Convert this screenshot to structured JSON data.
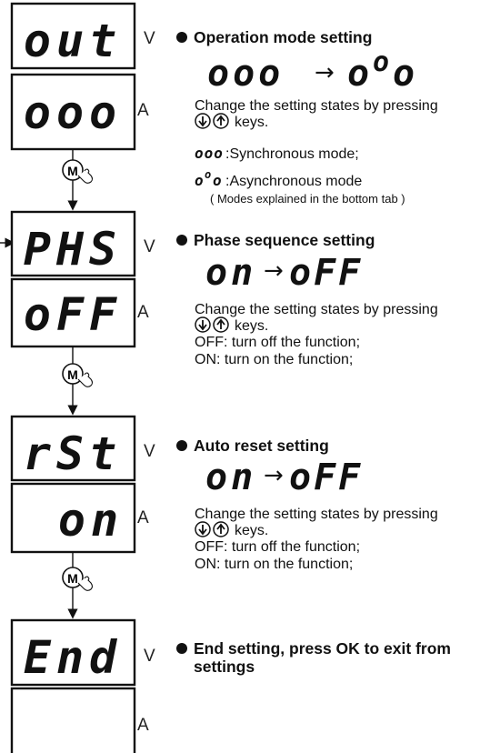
{
  "displays": [
    {
      "v_text": "out",
      "a_text": "ooo",
      "v_unit": "V",
      "a_unit": "A"
    },
    {
      "v_text": "PHS",
      "a_text": "oFF",
      "v_unit": "V",
      "a_unit": "A"
    },
    {
      "v_text": "rSt",
      "a_text": "on",
      "v_unit": "V",
      "a_unit": "A"
    },
    {
      "v_text": "End",
      "a_text": "",
      "v_unit": "V",
      "a_unit": "A"
    }
  ],
  "mode_button_label": "M",
  "sections": {
    "operation": {
      "title": "Operation mode setting",
      "transition_from": "ooo",
      "transition_to_a": "o",
      "transition_to_b": "o",
      "transition_to_c": "o",
      "instruction_line1": "Change the setting states by pressing",
      "instruction_line2": "keys.",
      "sync_label": ":Synchronous mode;",
      "async_label": ":Asynchronous mode",
      "note": "( Modes explained in the bottom tab )"
    },
    "phase": {
      "title": "Phase sequence setting",
      "transition_from": "on",
      "transition_to": "oFF",
      "instruction_line1": "Change the setting states by pressing",
      "instruction_line2": "keys.",
      "off_line": "OFF: turn off the function;",
      "on_line": "ON: turn on the function;"
    },
    "reset": {
      "title": "Auto reset setting",
      "transition_from": "on",
      "transition_to": "oFF",
      "instruction_line1": "Change the setting states by pressing",
      "instruction_line2": "keys.",
      "off_line": "OFF: turn off the function;",
      "on_line": "ON: turn on the function;"
    },
    "end": {
      "title_line1": "End setting, press OK to exit from",
      "title_line2": "settings"
    }
  },
  "icons": [
    "down-arrow-key-icon",
    "up-arrow-key-icon",
    "mode-button-icon",
    "hand-press-icon",
    "bullet-icon"
  ]
}
